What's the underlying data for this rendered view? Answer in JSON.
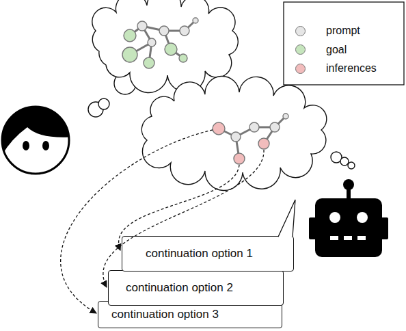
{
  "diagram": {
    "nodes": [
      {
        "text": [
          "continuation option 1"
        ]
      },
      {
        "text": [
          "continuation option 2"
        ]
      },
      {
        "text": [
          "continuation option 3"
        ]
      }
    ],
    "legend": [
      {
        "text": "prompt",
        "color": "#e6e6e6"
      },
      {
        "text": "goal",
        "color": "#c6e5bd"
      },
      {
        "text": "inferences",
        "color": "#f2bcbc"
      }
    ]
  }
}
